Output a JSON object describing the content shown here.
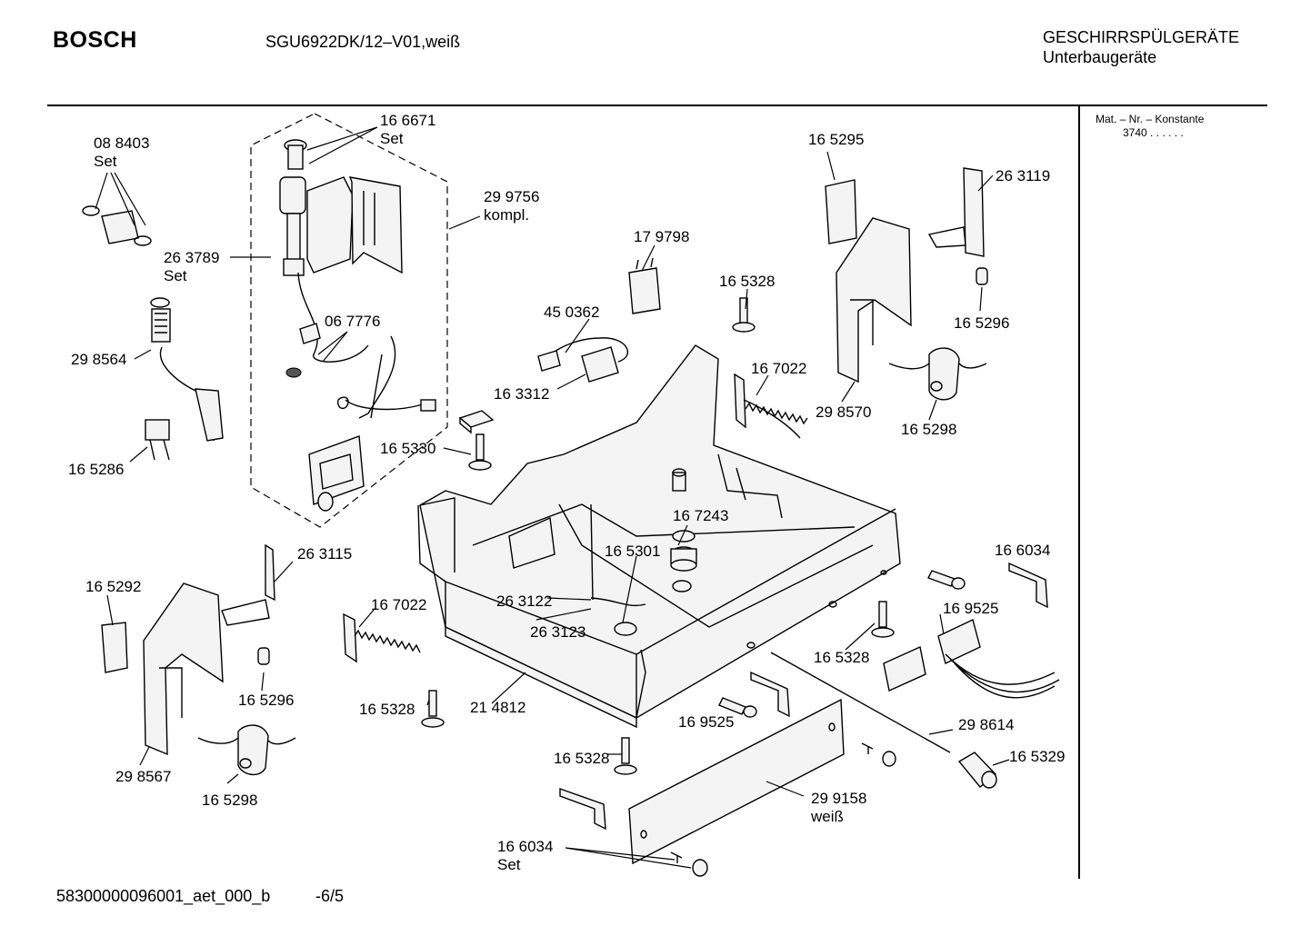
{
  "header": {
    "brand": "BOSCH",
    "model": "SGU6922DK/12–V01,weiß",
    "category_line1": "GESCHIRRSPÜLGERÄTE",
    "category_line2": "Unterbaugeräte"
  },
  "side_panel": {
    "title": "Mat. – Nr. – Konstante",
    "value": "3740  .  .    .  .  .  ."
  },
  "footer": {
    "document_id": "58300000096001_aet_000_b",
    "page": "-6/5"
  },
  "parts": [
    {
      "number": "08 8403",
      "note": "Set"
    },
    {
      "number": "16 6671",
      "note": "Set"
    },
    {
      "number": "29 9756",
      "note": "kompl."
    },
    {
      "number": "26 3789",
      "note": "Set"
    },
    {
      "number": "29 8564",
      "note": ""
    },
    {
      "number": "06 7776",
      "note": ""
    },
    {
      "number": "16 5286",
      "note": ""
    },
    {
      "number": "16 5330",
      "note": ""
    },
    {
      "number": "17 9798",
      "note": ""
    },
    {
      "number": "45 0362",
      "note": ""
    },
    {
      "number": "16 3312",
      "note": ""
    },
    {
      "number": "16 5328",
      "note": ""
    },
    {
      "number": "16 5295",
      "note": ""
    },
    {
      "number": "26 3119",
      "note": ""
    },
    {
      "number": "16 5296",
      "note": ""
    },
    {
      "number": "16 7022",
      "note": ""
    },
    {
      "number": "29 8570",
      "note": ""
    },
    {
      "number": "16 5298",
      "note": ""
    },
    {
      "number": "26 3115",
      "note": ""
    },
    {
      "number": "16 5292",
      "note": ""
    },
    {
      "number": "16 7243",
      "note": ""
    },
    {
      "number": "16 5301",
      "note": ""
    },
    {
      "number": "26 3122",
      "note": ""
    },
    {
      "number": "26 3123",
      "note": ""
    },
    {
      "number": "16 6034",
      "note": ""
    },
    {
      "number": "16 9525",
      "note": ""
    },
    {
      "number": "21 4812",
      "note": ""
    },
    {
      "number": "29 8614",
      "note": ""
    },
    {
      "number": "16 5329",
      "note": ""
    },
    {
      "number": "29 8567",
      "note": ""
    },
    {
      "number": "29 9158",
      "note": "weiß"
    },
    {
      "number": "16 6034",
      "note": "Set"
    }
  ]
}
